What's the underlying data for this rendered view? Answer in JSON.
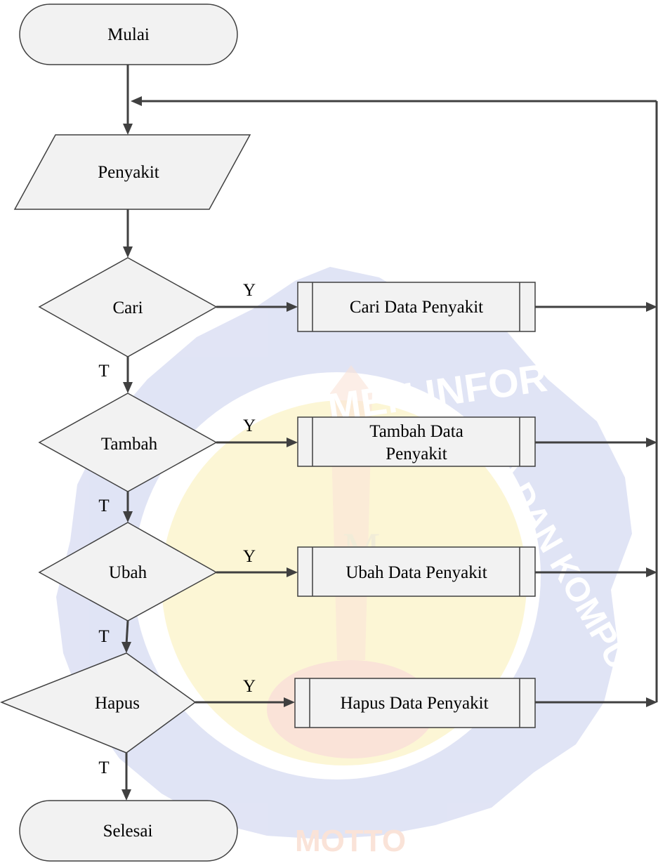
{
  "watermark": {
    "text_top": "MEN INFOR",
    "text_right": "A DAN KOMPUTER",
    "center_letter": "M",
    "bottom_text": "MOTTO",
    "colors": {
      "ring": "#5b6cc9",
      "sun": "#f4d01e",
      "accent": "#e46a2c"
    }
  },
  "flowchart": {
    "start": "Mulai",
    "input": "Penyakit",
    "decisions": [
      {
        "label": "Cari",
        "yes": "Y",
        "no": "T",
        "process": [
          "Cari Data Penyakit"
        ]
      },
      {
        "label": "Tambah",
        "yes": "Y",
        "no": "T",
        "process": [
          "Tambah Data",
          "Penyakit"
        ]
      },
      {
        "label": "Ubah",
        "yes": "Y",
        "no": "T",
        "process": [
          "Ubah Data Penyakit"
        ]
      },
      {
        "label": "Hapus",
        "yes": "Y",
        "no": "T",
        "process": [
          "Hapus Data Penyakit"
        ]
      }
    ],
    "end": "Selesai"
  }
}
